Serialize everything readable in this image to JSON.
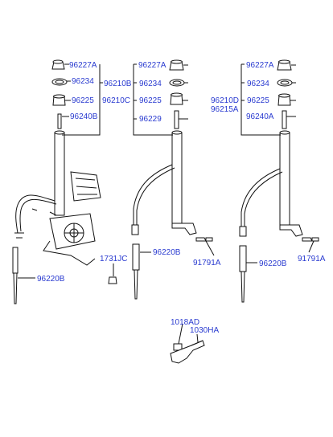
{
  "labels": {
    "a1": "96227A",
    "a2": "96234",
    "a3": "96210B",
    "a4": "96225",
    "a5": "96240B",
    "a6": "96220B",
    "b1": "96227A",
    "b2": "96234",
    "b3": "96210C",
    "b4": "96225",
    "b5": "96229",
    "b6": "1731JC",
    "b7": "96220B",
    "b8": "91791A",
    "c1": "96227A",
    "c2": "96234",
    "c3": "96210D",
    "c4": "96215A",
    "c5": "96225",
    "c6": "96240A",
    "c7": "96220B",
    "c8": "91791A",
    "d1": "1018AD",
    "d2": "1030HA"
  }
}
